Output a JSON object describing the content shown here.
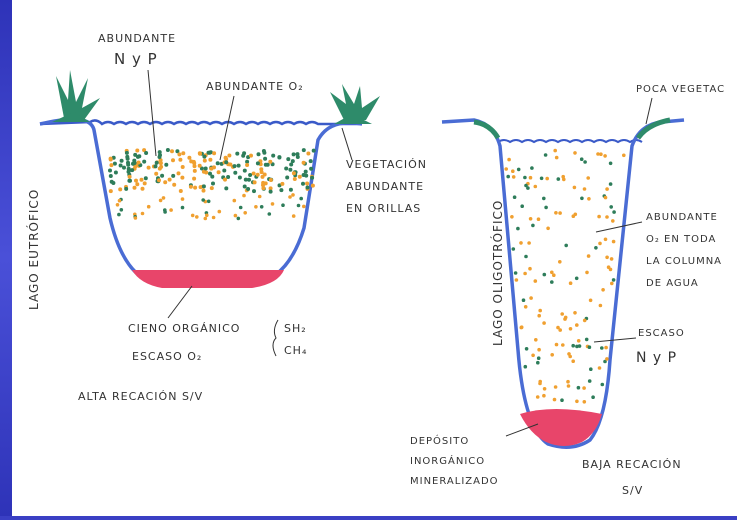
{
  "colors": {
    "outline": "#4a6cd4",
    "water_line": "#3a5ac8",
    "vegetation": "#2e8b6a",
    "dot_green": "#2e7d5a",
    "dot_orange": "#f0a030",
    "sediment": "#e8456a",
    "ink": "#333333"
  },
  "left_lake": {
    "label_abundant_np": [
      "ABUNDANTE",
      "N y P"
    ],
    "label_abundant_o2": "ABUNDANTE O₂",
    "label_vegetation": [
      "VEGETACIÓN",
      "ABUNDANTE",
      "EN ORILLAS"
    ],
    "side_label": "LAGO EUTRÓFICO",
    "label_sediment": "CIENO ORGÁNICO",
    "label_scarce_o2": "ESCASO O₂",
    "label_gases": [
      "SH₂",
      "CH₄"
    ],
    "caption": "ALTA RECACIÓN S/V"
  },
  "right_lake": {
    "label_vegetation": "POCA VEGETAC",
    "label_abundant_o2": [
      "ABUNDANTE",
      "O₂ EN TODA",
      "LA COLUMNA",
      "DE AGUA"
    ],
    "side_label": "LAGO OLIGOTRÓFICO",
    "label_scarce_np": [
      "ESCASO",
      "N y P"
    ],
    "label_deposit": [
      "DEPÓSITO",
      "INORGÁNICO",
      "MINERALIZADO"
    ],
    "caption": [
      "BAJA RECACIÓN",
      "S/V"
    ]
  }
}
